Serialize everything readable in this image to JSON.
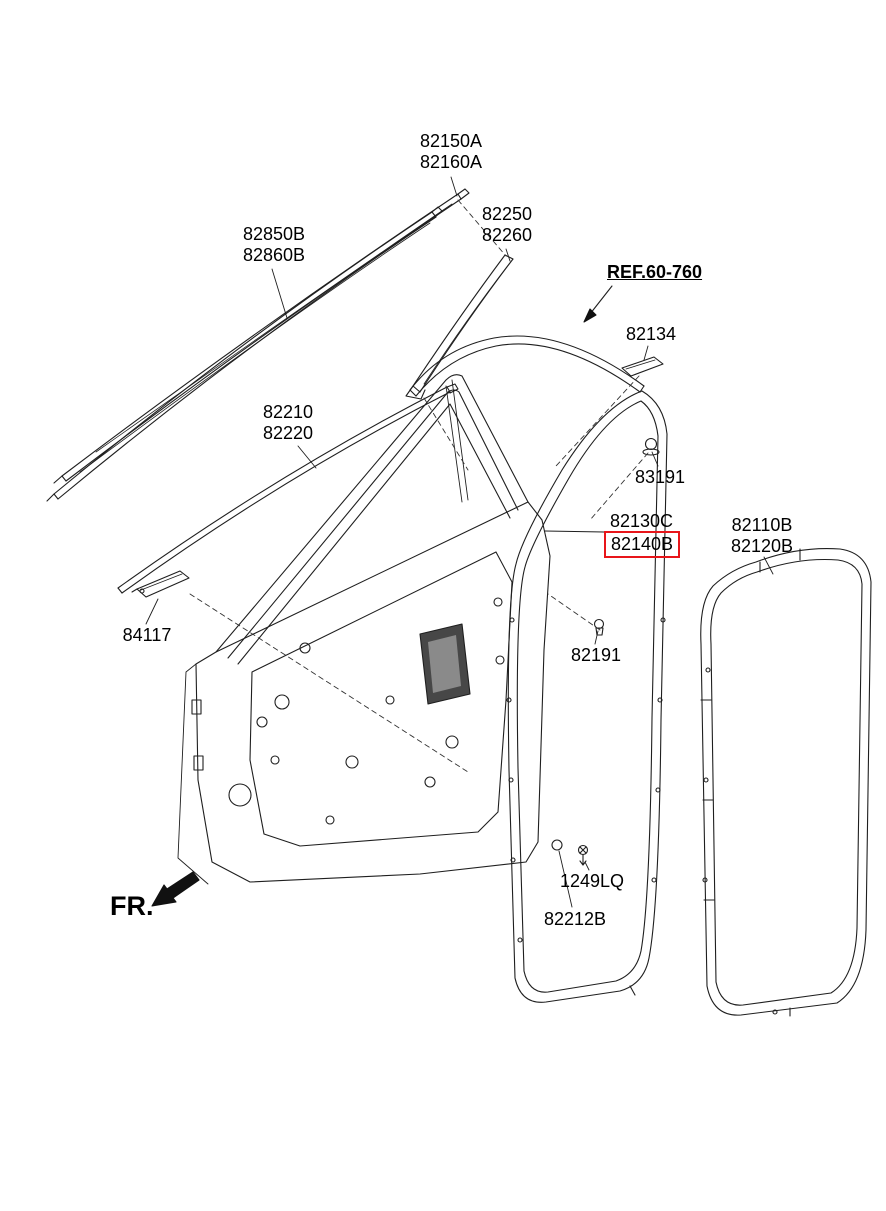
{
  "diagram": {
    "title": "Front door moulding and weatherstrip parts diagram",
    "highlight_color": "#e8151a",
    "labels": {
      "part_82150": {
        "line1": "82150A",
        "line2": "82160A"
      },
      "part_82850": {
        "line1": "82850B",
        "line2": "82860B"
      },
      "part_82250": {
        "line1": "82250",
        "line2": "82260"
      },
      "ref": "REF.60-760",
      "part_82134": "82134",
      "part_82210": {
        "line1": "82210",
        "line2": "82220"
      },
      "part_83191": "83191",
      "part_82130c": "82130C",
      "part_82140b": "82140B",
      "part_82110": {
        "line1": "82110B",
        "line2": "82120B"
      },
      "part_84117": "84117",
      "part_82191": "82191",
      "part_1249lq": "1249LQ",
      "part_82212b": "82212B",
      "fr_indicator": "FR."
    }
  }
}
